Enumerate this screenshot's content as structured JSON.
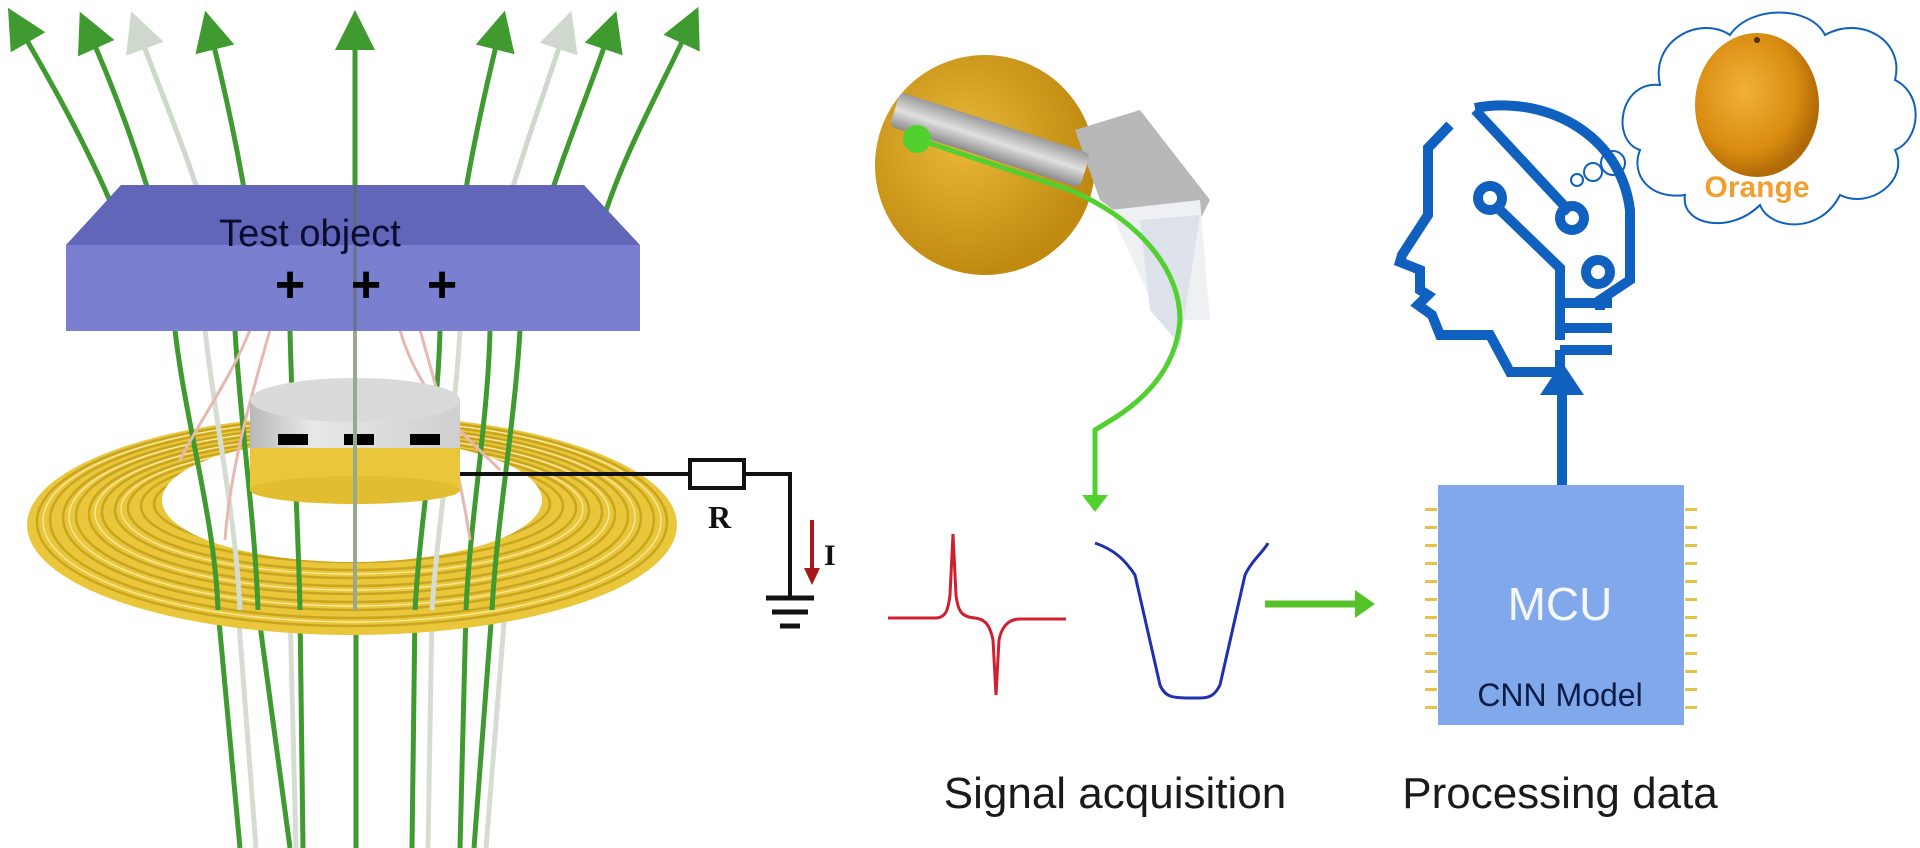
{
  "figure": {
    "panels": [
      {
        "id": "sensor",
        "title": "Test object",
        "charges_top": "+ + +",
        "charges_bottom": "- - -"
      },
      {
        "id": "signal",
        "caption": "Signal acquisition"
      },
      {
        "id": "processing",
        "caption": "Processing data"
      }
    ],
    "test_object": {
      "label": "Test object",
      "plus_signs": [
        "+",
        "+",
        "+"
      ],
      "minus_signs": [
        "-",
        "-",
        "-"
      ]
    },
    "circuit": {
      "resistor_label": "R",
      "current_label": "I"
    },
    "signal_acquisition": {
      "caption": "Signal acquisition",
      "waveforms": [
        "bipolar-pulse",
        "u-shaped-dip"
      ]
    },
    "processing": {
      "caption": "Processing data",
      "chip_title": "MCU",
      "chip_subtitle": "CNN Model"
    },
    "recognition": {
      "result_label": "Orange"
    },
    "colors": {
      "test_object": "#7b7fd0",
      "test_object_top": "#6266b8",
      "field_line": "#3f9a2f",
      "field_line_faint": "#d5ddd2",
      "coil": "#e9c63a",
      "electrode_gray": "#dcdcdc",
      "signal_red": "#d02030",
      "signal_blue": "#2030b0",
      "arrow_green": "#55c22a",
      "chip": "#80a8ea",
      "chip_pins": "#e6c24a",
      "head_blue": "#1060c0",
      "orange_text": "#f0a030",
      "current_arrow": "#a81818"
    }
  }
}
